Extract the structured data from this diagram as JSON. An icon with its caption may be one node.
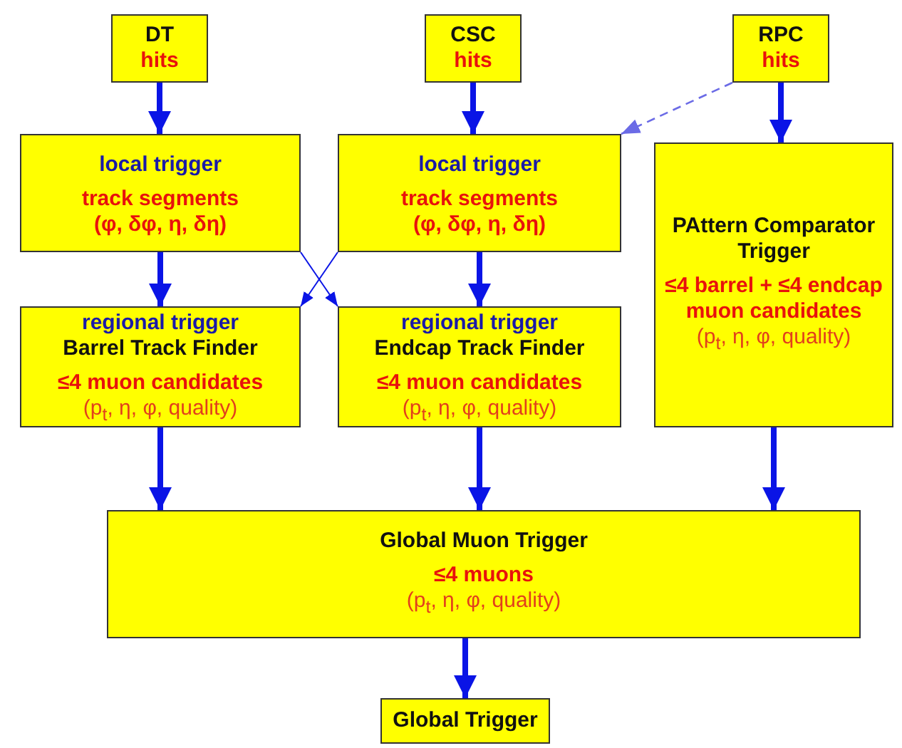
{
  "diagram": {
    "nodes": [
      {
        "text": [
          "DT",
          "hits"
        ]
      },
      {
        "text": [
          "CSC",
          "hits"
        ]
      },
      {
        "text": [
          "RPC",
          "hits"
        ]
      },
      {
        "text": [
          "local trigger",
          "track segments",
          "(φ, δφ, η, δη)"
        ]
      },
      {
        "text": [
          "local trigger",
          "track segments",
          "(φ, δφ, η, δη)"
        ]
      },
      {
        "text": [
          "PAttern Comparator Trigger",
          "≤4 barrel + ≤4 endcap muon candidates",
          "(p$_{t}$, η, φ, quality)"
        ]
      },
      {
        "text": [
          "regional trigger",
          "Barrel Track Finder",
          "≤4 muon candidates",
          "(p$_{t}$, η, φ, quality)"
        ]
      },
      {
        "text": [
          "regional trigger",
          "Endcap Track Finder",
          "≤4 muon candidates",
          "(p$_{t}$, η, φ, quality)"
        ]
      },
      {
        "text": [
          "Global Muon Trigger",
          "≤4 muons",
          "(p$_{t}$, η, φ, quality)"
        ]
      },
      {
        "text": [
          "Global Trigger"
        ]
      }
    ],
    "edges": [
      {
        "from": 0,
        "to": 3,
        "arrow": "to"
      },
      {
        "from": 1,
        "to": 4,
        "arrow": "to"
      },
      {
        "from": 2,
        "to": 4,
        "arrow": "to",
        "style": "dashed",
        "color": "#6b6be6"
      },
      {
        "from": 2,
        "to": 5,
        "arrow": "to"
      },
      {
        "from": 3,
        "to": 6,
        "arrow": "to"
      },
      {
        "from": 3,
        "to": 7,
        "arrow": "to"
      },
      {
        "from": 4,
        "to": 6,
        "arrow": "to"
      },
      {
        "from": 4,
        "to": 7,
        "arrow": "to"
      },
      {
        "from": 6,
        "to": 8,
        "arrow": "to"
      },
      {
        "from": 7,
        "to": 8,
        "arrow": "to"
      },
      {
        "from": 5,
        "to": 8,
        "arrow": "to"
      },
      {
        "from": 8,
        "to": 9,
        "arrow": "to"
      }
    ]
  }
}
